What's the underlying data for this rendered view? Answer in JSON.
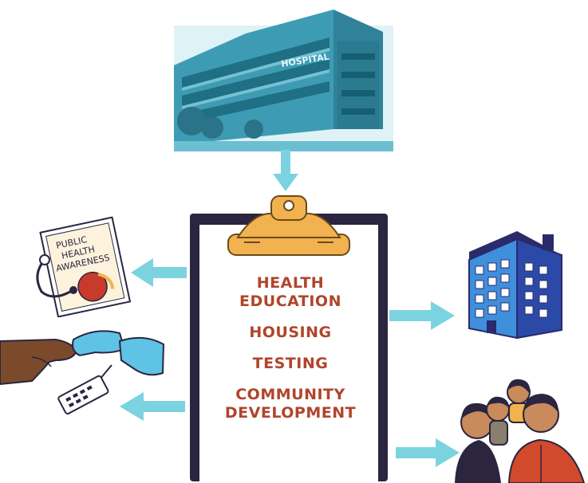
{
  "clipboard": {
    "items": [
      {
        "lines": [
          "HEALTH",
          "EDUCATION"
        ]
      },
      {
        "lines": [
          "HOUSING"
        ]
      },
      {
        "lines": [
          "TESTING"
        ]
      },
      {
        "lines": [
          "COMMUNITY",
          "DEVELOPMENT"
        ]
      }
    ]
  },
  "hospital": {
    "sign": "HOSPITAL"
  },
  "awareness": {
    "lines": [
      "PUBLIC",
      "HEALTH",
      "AWARENESS"
    ]
  },
  "colors": {
    "hospital_blue": "#4aa9bf",
    "arrow_blue": "#7cd3e0",
    "clipboard_border": "#2b2540",
    "clip_orange": "#f2b24f",
    "text_red": "#b0452c",
    "apartment_blue": "#3f8fdc",
    "apartment_dark": "#2b2a6b"
  }
}
